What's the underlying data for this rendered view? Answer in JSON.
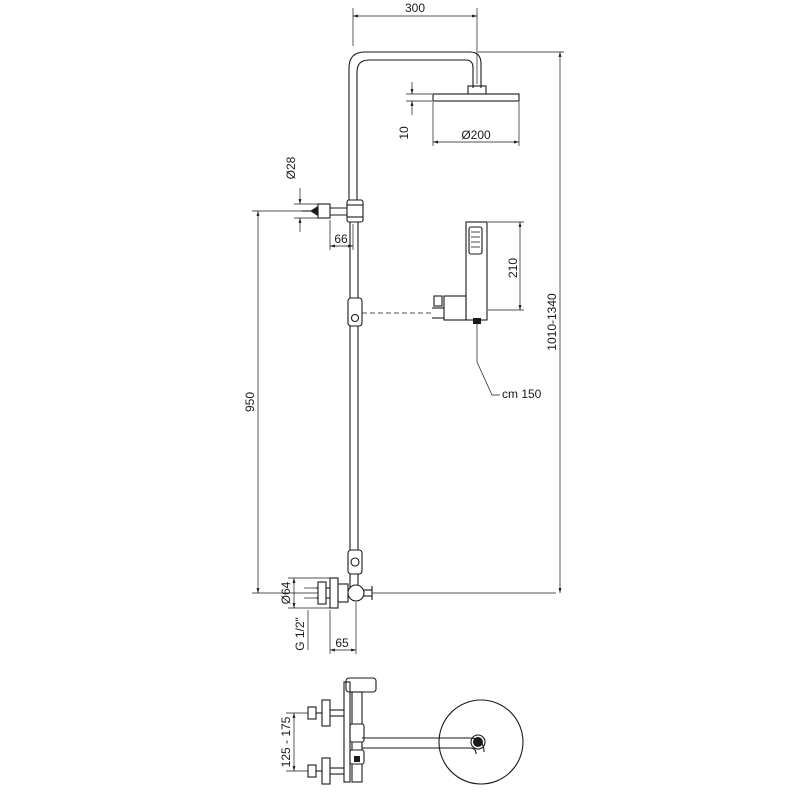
{
  "dimensions": {
    "arm_length": "300",
    "head_thickness": "10",
    "head_diameter": "Ø200",
    "tube_diameter": "Ø28",
    "outlet_offset": "66",
    "handset_length": "210",
    "hose_length": "cm 150",
    "column_height": "950",
    "overall_height": "1010-1340",
    "mixer_diameter": "Ø64",
    "inlet_thread": "G 1/2\"",
    "mixer_depth": "65",
    "inlet_centres": "125 - 175"
  }
}
